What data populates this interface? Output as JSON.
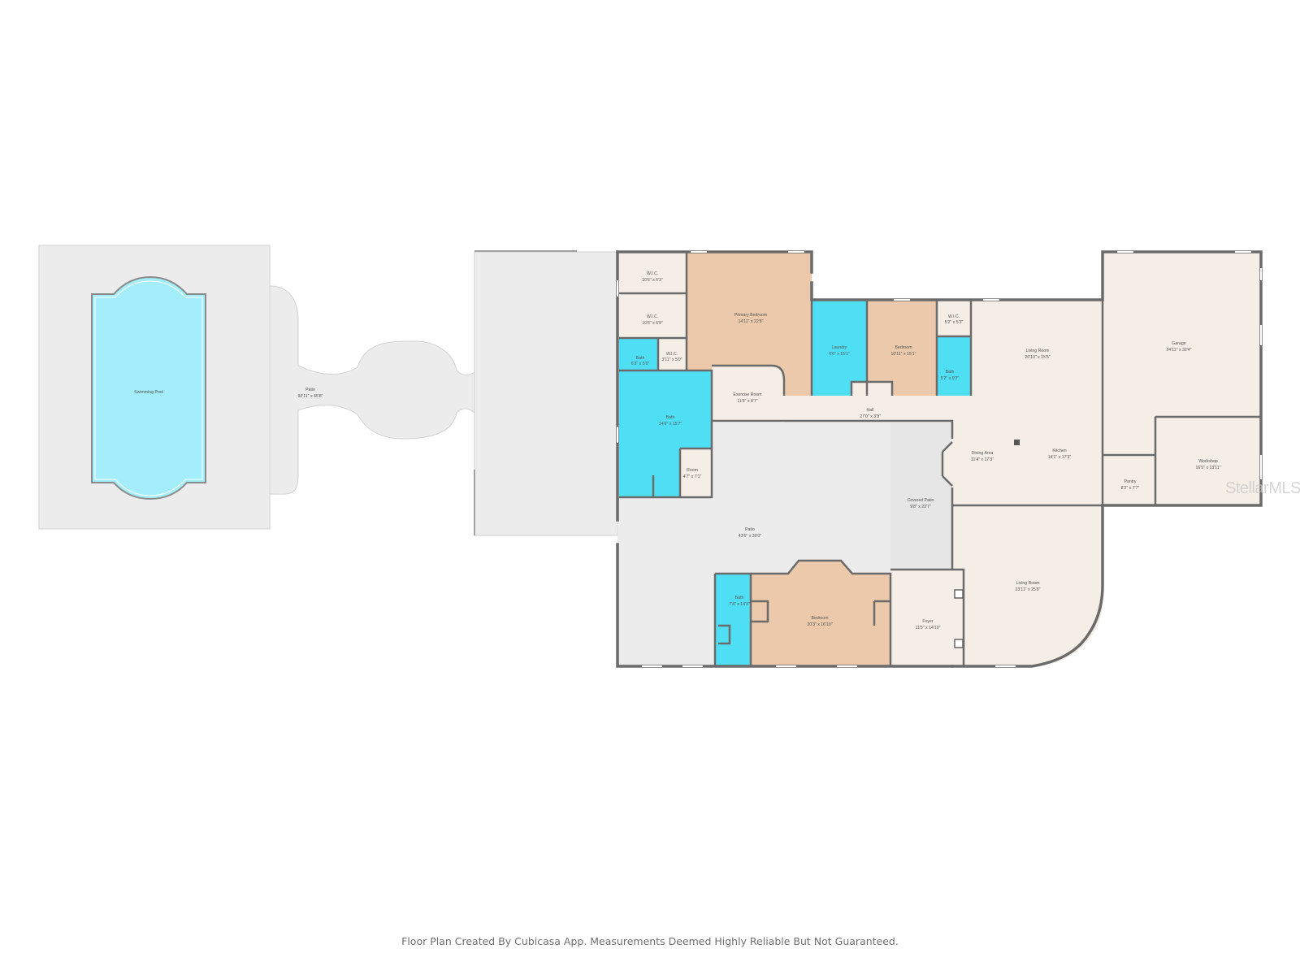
{
  "footer_text": "Floor Plan Created By Cubicasa App. Measurements Deemed Highly Reliable But Not Guaranteed.",
  "watermark": "StellarMLS",
  "colors": {
    "pool": "#a3eefa",
    "bath": "#4fdff5",
    "bedroom": "#ebc9aa",
    "room": "#f4eee6",
    "patio": "#ececec",
    "wall": "#6b6b6b"
  },
  "rooms": [
    {
      "id": "swimming-pool",
      "name": "Swimming Pool",
      "dim": ""
    },
    {
      "id": "patio-pool",
      "name": "Patio",
      "dim": "92'11\" x 45'8\""
    },
    {
      "id": "wic-1",
      "name": "W.I.C.",
      "dim": "10'6\" x 6'3\""
    },
    {
      "id": "wic-2",
      "name": "W.I.C.",
      "dim": "10'6\" x 6'9\""
    },
    {
      "id": "bath-small",
      "name": "Bath",
      "dim": "6'3\" x 5'0\""
    },
    {
      "id": "wic-3",
      "name": "W.I.C.",
      "dim": "3'11\" x 5'0\""
    },
    {
      "id": "primary-bedroom",
      "name": "Primary Bedroom",
      "dim": "14'11\" x 22'8\""
    },
    {
      "id": "bath-primary",
      "name": "Bath",
      "dim": "14'6\" x 15'7\""
    },
    {
      "id": "room",
      "name": "Room",
      "dim": "4'7\" x 7'1\""
    },
    {
      "id": "exercise-room",
      "name": "Exercise Room",
      "dim": "11'6\" x 8'7\""
    },
    {
      "id": "laundry",
      "name": "Laundry",
      "dim": "6'6\" x 15'1\""
    },
    {
      "id": "bedroom-1",
      "name": "Bedroom",
      "dim": "10'11\" x 15'1\""
    },
    {
      "id": "wic-4",
      "name": "W.I.C.",
      "dim": "5'2\" x 5'3\""
    },
    {
      "id": "bath-2",
      "name": "Bath",
      "dim": "5'2\" x 9'2\""
    },
    {
      "id": "hall",
      "name": "Hall",
      "dim": "27'0\" x 3'9\""
    },
    {
      "id": "living-room-1",
      "name": "Living Room",
      "dim": "20'10\" x 15'5\""
    },
    {
      "id": "dining-area",
      "name": "Dining Area",
      "dim": "11'4\" x 17'3\""
    },
    {
      "id": "kitchen",
      "name": "Kitchen",
      "dim": "14'1\" x 17'3\""
    },
    {
      "id": "garage",
      "name": "Garage",
      "dim": "24'11\" x 32'4\""
    },
    {
      "id": "pantry",
      "name": "Pantry",
      "dim": "8'2\" x 7'7\""
    },
    {
      "id": "workshop",
      "name": "Workshop",
      "dim": "16'5\" x 13'11\""
    },
    {
      "id": "patio-center",
      "name": "Patio",
      "dim": "43'6\" x 39'0\""
    },
    {
      "id": "covered-patio",
      "name": "Covered Patio",
      "dim": "9'8\" x 23'7\""
    },
    {
      "id": "living-room-2",
      "name": "Living Room",
      "dim": "23'11\" x 25'8\""
    },
    {
      "id": "bath-3",
      "name": "Bath",
      "dim": "7'4\" x 14'3\""
    },
    {
      "id": "bedroom-2",
      "name": "Bedroom",
      "dim": "20'3\" x 16'10\""
    },
    {
      "id": "foyer",
      "name": "Foyer",
      "dim": "11'5\" x 14'10\""
    }
  ]
}
